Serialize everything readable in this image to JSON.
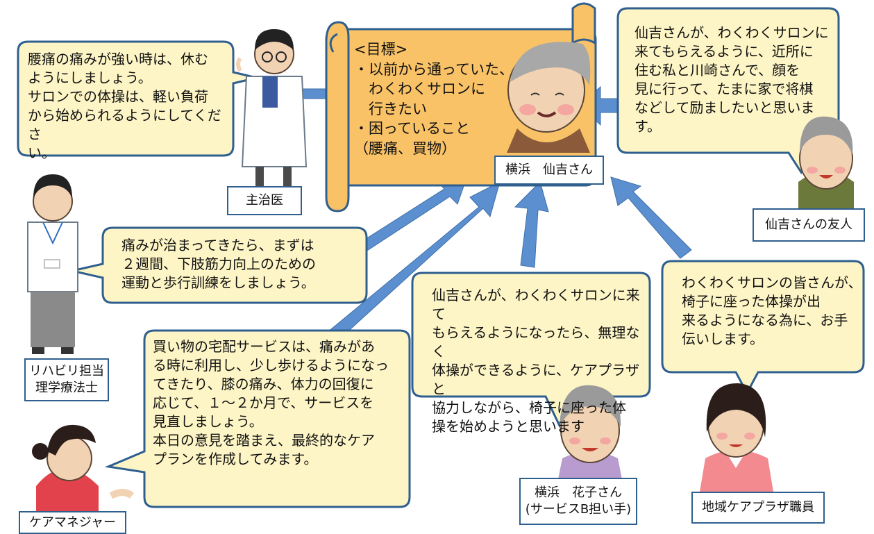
{
  "colors": {
    "bubble_fill": "#fdf5c6",
    "bubble_stroke": "#2f5f8f",
    "scroll_fill": "#f9c267",
    "arrow_fill": "#5b8fcf",
    "label_border": "#2f5f8f"
  },
  "center_card": {
    "text": "<目標>\n・以前から通っていた、\n　わくわくサロンに\n　行きたい\n・困っていること\n（腰痛、買物）",
    "name_label": "横浜　仙吉さん"
  },
  "participants": [
    {
      "id": "doctor",
      "label": "主治医",
      "icon": "doctor-figure",
      "speech": "腰痛の痛みが強い時は、休む\nようにしましょう。\nサロンでの体操は、軽い負荷\nから始められるようにしてくださ\nい。"
    },
    {
      "id": "friend",
      "label": "仙吉さんの友人",
      "icon": "elderly-friend-figure",
      "speech": "仙吉さんが、わくわくサロンに\n来てもらえるように、近所に\n住む私と川崎さんで、顔を\n見に行って、たまに家で将棋\nなどして励ましたいと思いま\nす。"
    },
    {
      "id": "therapist",
      "label": "リハビリ担当\n理学療法士",
      "icon": "therapist-figure",
      "speech": "痛みが治まってきたら、まずは\n２週間、下肢筋力向上のための\n運動と歩行訓練をしましょう。"
    },
    {
      "id": "care_manager",
      "label": "ケアマネジャー",
      "icon": "care-manager-figure",
      "speech": "買い物の宅配サービスは、痛みがあ\nる時に利用し、少し歩けるようになっ\nてきたり、膝の痛み、体力の回復に\n応じて、１～２か月で、サービスを\n見直しましょう。\n本日の意見を踏まえ、最終的なケア\nプランを作成してみます。"
    },
    {
      "id": "hanako",
      "label": "横浜　花子さん\n(サービスB担い手)",
      "icon": "elderly-woman-figure",
      "speech": "仙吉さんが、わくわくサロンに来て\nもらえるようになったら、無理なく\n体操ができるように、ケアプラザと\n協力しながら、椅子に座った体\n操を始めようと思います"
    },
    {
      "id": "staff",
      "label": "地域ケアプラザ職員",
      "icon": "staff-woman-figure",
      "speech": "わくわくサロンの皆さんが、\n椅子に座った体操が出\n来るようになる為に、お手\n伝いします。"
    }
  ]
}
